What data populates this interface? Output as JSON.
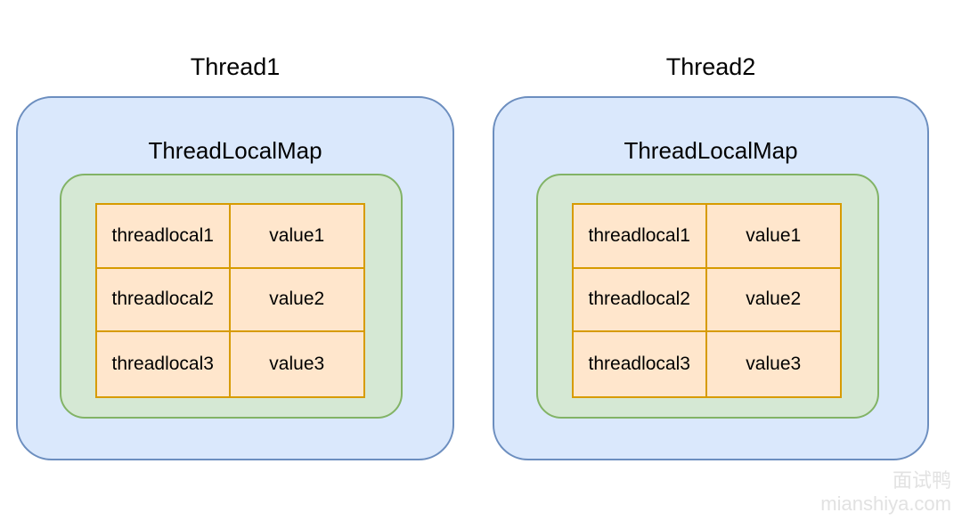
{
  "diagram": {
    "threads": [
      {
        "title": "Thread1",
        "map_title": "ThreadLocalMap",
        "entries": [
          {
            "key": "threadlocal1",
            "value": "value1"
          },
          {
            "key": "threadlocal2",
            "value": "value2"
          },
          {
            "key": "threadlocal3",
            "value": "value3"
          }
        ]
      },
      {
        "title": "Thread2",
        "map_title": "ThreadLocalMap",
        "entries": [
          {
            "key": "threadlocal1",
            "value": "value1"
          },
          {
            "key": "threadlocal2",
            "value": "value2"
          },
          {
            "key": "threadlocal3",
            "value": "value3"
          }
        ]
      }
    ],
    "colors": {
      "thread_box_fill": "#dae8fc",
      "thread_box_border": "#6c8ebf",
      "map_box_fill": "#d5e8d4",
      "map_box_border": "#82b366",
      "table_fill": "#ffe6cc",
      "table_border": "#d79b00"
    }
  },
  "watermark": {
    "line1": "面试鸭",
    "line2": "mianshiya.com"
  }
}
